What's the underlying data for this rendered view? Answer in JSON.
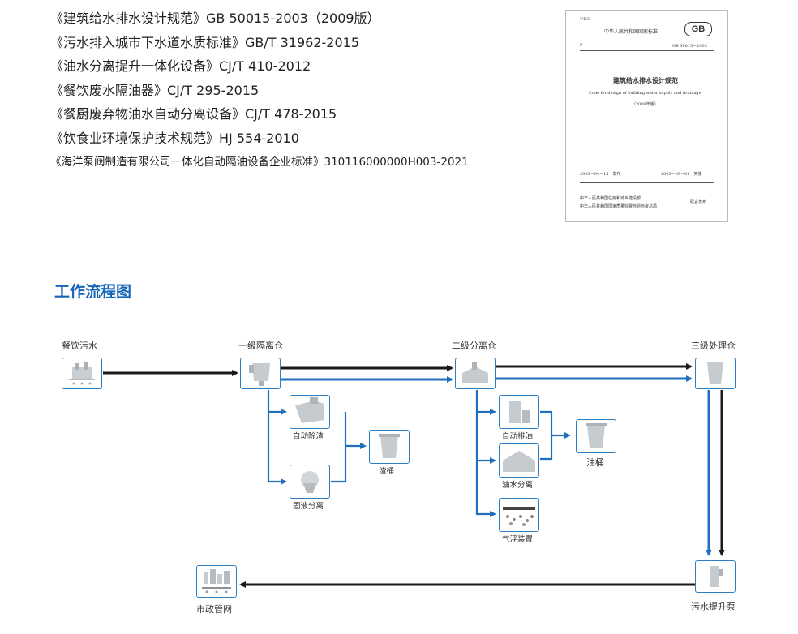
{
  "standards": [
    "《建筑给水排水设计规范》GB 50015-2003（2009版）",
    "《污水排入城市下水道水质标准》GB/T 31962-2015",
    "《油水分离提升一体化设备》CJ/T 410-2012",
    "《餐饮废水隔油器》CJ/T 295-2015",
    "《餐厨废弃物油水自动分离设备》CJ/T 478-2015",
    "《饮食业环境保护技术规范》HJ 554-2010",
    "《海洋泵阀制造有限公司一体化自动隔油设备企业标准》310116000000H003-2021"
  ],
  "cover": {
    "udc": "UDC",
    "country": "中华人民共和国国家标准",
    "logo": "GB",
    "p": "P",
    "code": "GB 50015－2003",
    "title": "建筑给水排水设计规范",
    "english": "Code for design of building water supply and drainage",
    "edition": "（2009年版）",
    "issue_date": "2003－04－15　发布",
    "impl_date": "2003－09－01　实施",
    "issuer1": "中华人民共和国住房和城乡建设部",
    "issuer2": "中华人民共和国国家质量监督检验检疫总局",
    "joint": "联合发布"
  },
  "section_title": "工作流程图",
  "flow": {
    "source": "餐饮污水",
    "stage1": "一级隔离仓",
    "stage2": "二级分离仓",
    "stage3": "三级处理仓",
    "auto_slag": "自动除渣",
    "solid_liquid": "固液分离",
    "slag_bucket": "渣桶",
    "auto_oil": "自动排油",
    "oil_water": "油水分离",
    "air_float": "气浮装置",
    "oil_bucket": "油桶",
    "lift_pump": "污水提升泵",
    "municipal": "市政管网"
  },
  "colors": {
    "accent": "#1565b8",
    "flow_blue": "#1f6fbe",
    "flow_black": "#1a1a1a"
  }
}
